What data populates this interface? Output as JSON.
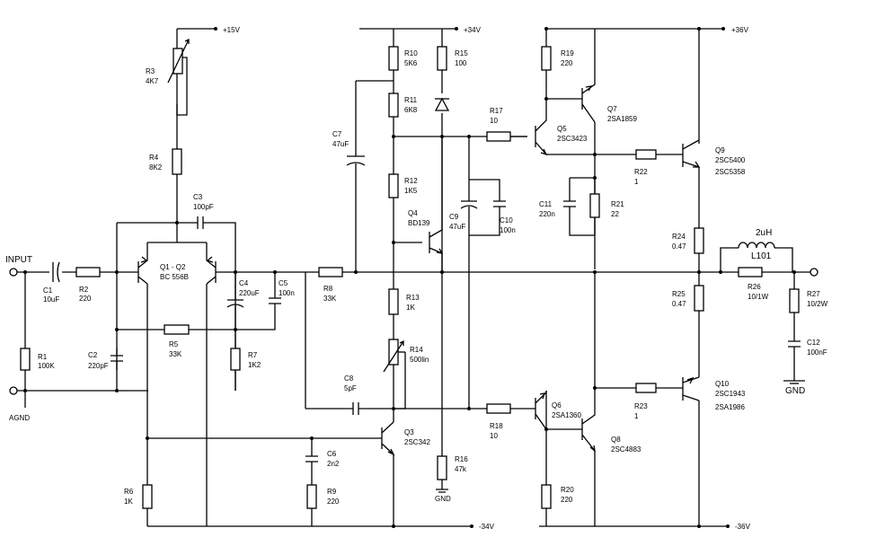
{
  "labels": {
    "input": "INPUT",
    "agnd": "AGND",
    "gnd_r16": "GND",
    "gnd_out": "GND",
    "v_p15": "+15V",
    "v_p34": "+34V",
    "v_p36": "+36V",
    "v_m34": "-34V",
    "v_m36": "-36V",
    "inductor": "2uH",
    "inductor_name": "L101"
  },
  "parts": {
    "c1": [
      "C1",
      "10uF"
    ],
    "r1": [
      "R1",
      "100K"
    ],
    "r2": [
      "R2",
      "220"
    ],
    "c2": [
      "C2",
      "220pF"
    ],
    "r3": [
      "R3",
      "4K7"
    ],
    "r4": [
      "R4",
      "8K2"
    ],
    "c3": [
      "C3",
      "100pF"
    ],
    "q12": [
      "Q1 - Q2",
      "BC 556B"
    ],
    "r5": [
      "R5",
      "33K"
    ],
    "c4": [
      "C4",
      "220uF"
    ],
    "c5": [
      "C5",
      "100n"
    ],
    "r7": [
      "R7",
      "1K2"
    ],
    "r6": [
      "R6",
      "1K"
    ],
    "c6": [
      "C6",
      "2n2"
    ],
    "r9": [
      "R9",
      "220"
    ],
    "r8": [
      "R8",
      "33K"
    ],
    "c7": [
      "C7",
      "47uF"
    ],
    "c8": [
      "C8",
      "5pF"
    ],
    "r10": [
      "R10",
      "5K6"
    ],
    "r11": [
      "R11",
      "6K8"
    ],
    "r12": [
      "R12",
      "1K5"
    ],
    "q4": [
      "Q4",
      "BD139"
    ],
    "r13": [
      "R13",
      "1K"
    ],
    "r14": [
      "R14",
      "500lin"
    ],
    "q3": [
      "Q3",
      "2SC342"
    ],
    "r15": [
      "R15",
      "100"
    ],
    "c9": [
      "C9",
      "47uF"
    ],
    "c10": [
      "C10",
      "100n"
    ],
    "r16": [
      "R16",
      "47k"
    ],
    "r17": [
      "R17",
      "10"
    ],
    "r18": [
      "R18",
      "10"
    ],
    "r19": [
      "R19",
      "220"
    ],
    "q5": [
      "Q5",
      "2SC3423"
    ],
    "q7": [
      "Q7",
      "2SA1859"
    ],
    "c11": [
      "C11",
      "220n"
    ],
    "r21": [
      "R21",
      "22"
    ],
    "q6": [
      "Q6",
      "2SA1360"
    ],
    "q8": [
      "Q8",
      "2SC4883"
    ],
    "r20": [
      "R20",
      "220"
    ],
    "r22": [
      "R22",
      "1"
    ],
    "r23": [
      "R23",
      "1"
    ],
    "q9": [
      "Q9",
      "2SC5400",
      "2SC5358"
    ],
    "q10": [
      "Q10",
      "2SC1943",
      "2SA1986"
    ],
    "r24": [
      "R24",
      "0.47"
    ],
    "r25": [
      "R25",
      "0.47"
    ],
    "r26": [
      "R26",
      "10/1W"
    ],
    "r27": [
      "R27",
      "10/2W"
    ],
    "c12": [
      "C12",
      "100nF"
    ]
  }
}
